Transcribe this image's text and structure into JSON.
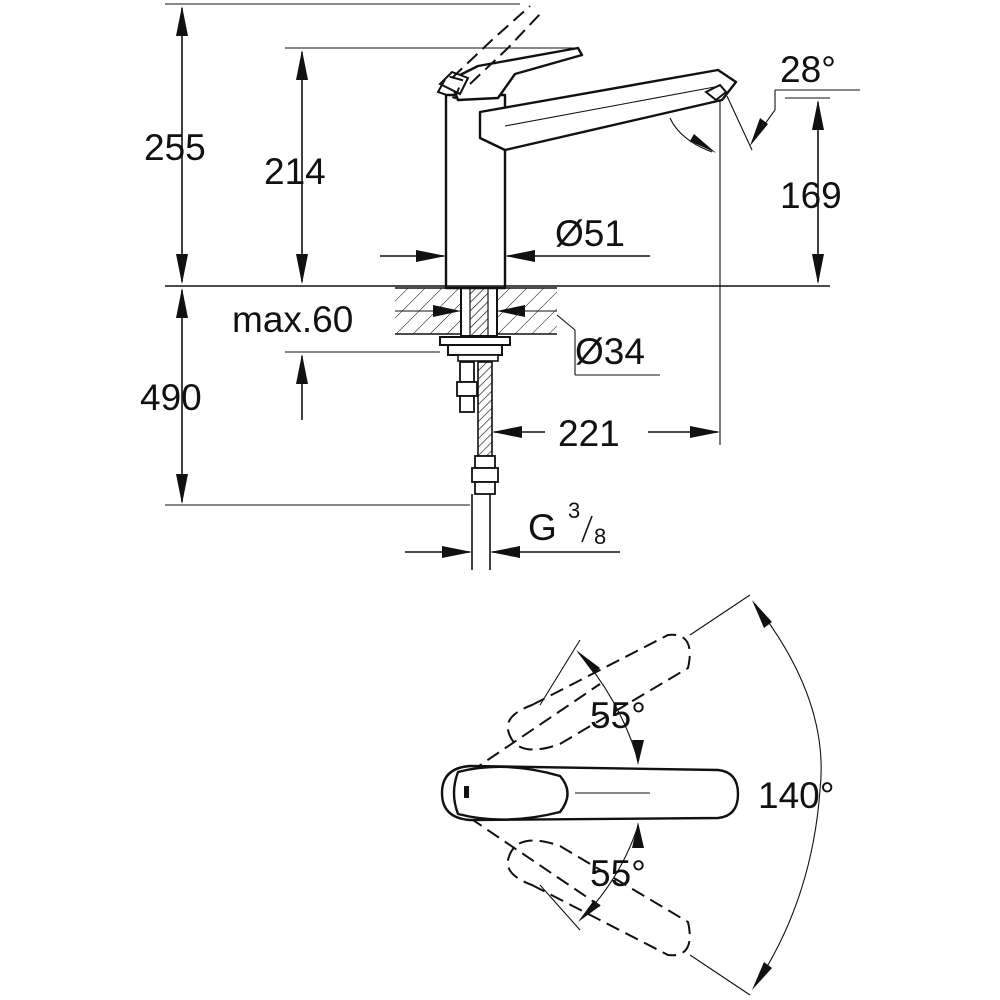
{
  "side_view": {
    "height_total": "255",
    "height_handle": "214",
    "spout_height": "169",
    "spout_angle": "28°",
    "body_diameter": "Ø51",
    "max_deck": "max.60",
    "shank_diameter": "Ø34",
    "hose_length": "490",
    "projection": "221",
    "connection_main": "G",
    "connection_num": "3",
    "connection_den": "8"
  },
  "top_view": {
    "angle_upper": "55°",
    "angle_lower": "55°",
    "angle_total": "140°"
  }
}
